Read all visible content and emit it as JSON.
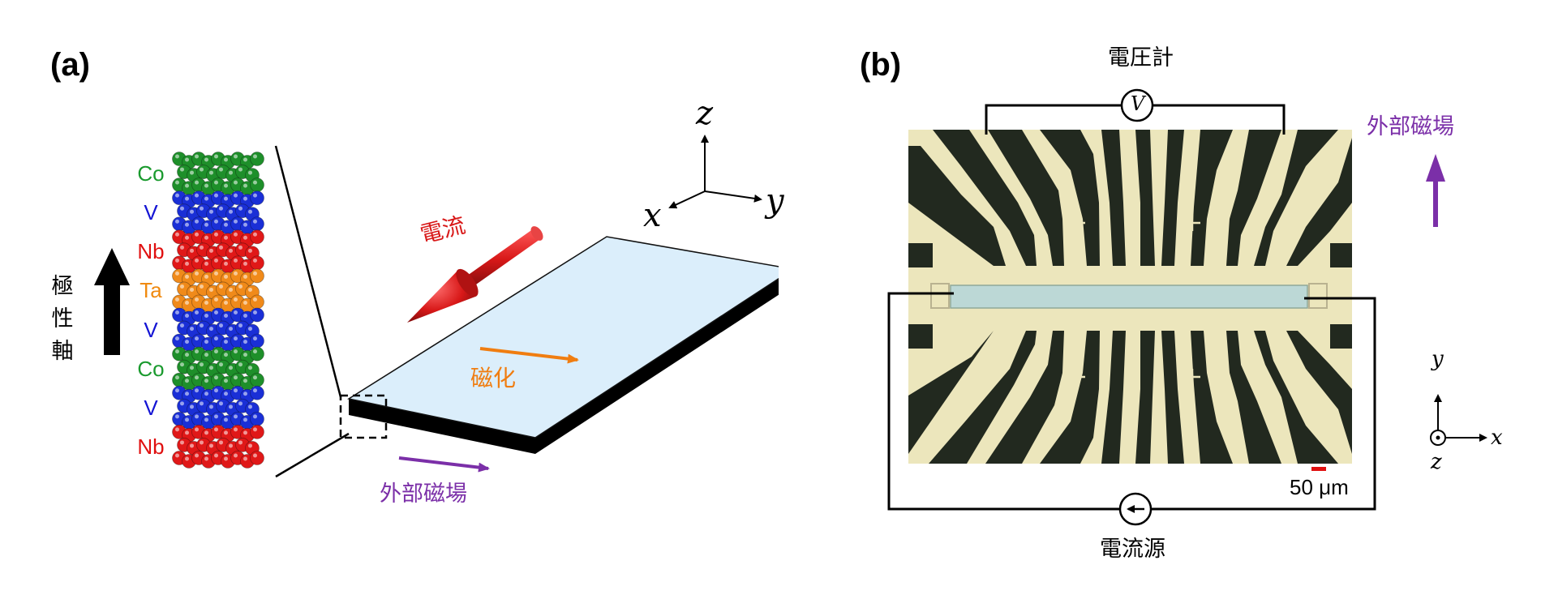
{
  "panel_a": {
    "label": "(a)",
    "layers": [
      {
        "name": "Co",
        "color": "#1e8f2a",
        "text_color": "#1a9a2e"
      },
      {
        "name": "V",
        "color": "#1a2fd6",
        "text_color": "#1414d4"
      },
      {
        "name": "Nb",
        "color": "#e01818",
        "text_color": "#e01010"
      },
      {
        "name": "Ta",
        "color": "#f08a1a",
        "text_color": "#f08a10"
      },
      {
        "name": "V",
        "color": "#1a2fd6",
        "text_color": "#1414d4"
      },
      {
        "name": "Co",
        "color": "#1e8f2a",
        "text_color": "#1a9a2e"
      },
      {
        "name": "V",
        "color": "#1a2fd6",
        "text_color": "#1414d4"
      },
      {
        "name": "Nb",
        "color": "#e01818",
        "text_color": "#e01010"
      }
    ],
    "polar_axis_label": [
      "極",
      "性",
      "軸"
    ],
    "current_label": "電流",
    "magnetization_label": "磁化",
    "external_field_label": "外部磁場",
    "axes": {
      "x": "x",
      "y": "y",
      "z": "z"
    },
    "colors": {
      "current": "#d81818",
      "magnetization": "#f07d10",
      "field": "#7b2fa8",
      "slab_top": "#dbeefb",
      "slab_side": "#000000"
    }
  },
  "panel_b": {
    "label": "(b)",
    "voltmeter_label": "電圧計",
    "voltmeter_symbol": "V",
    "current_source_label": "電流源",
    "external_field_label": "外部磁場",
    "scale_bar": "50 μm",
    "axes": {
      "x": "x",
      "y": "y",
      "z": "z"
    },
    "colors": {
      "substrate": "#22291f",
      "electrode": "#ece6bc",
      "channel": "#bcd8d6",
      "scale_bar": "#e01010",
      "field": "#7b2fa8"
    }
  }
}
